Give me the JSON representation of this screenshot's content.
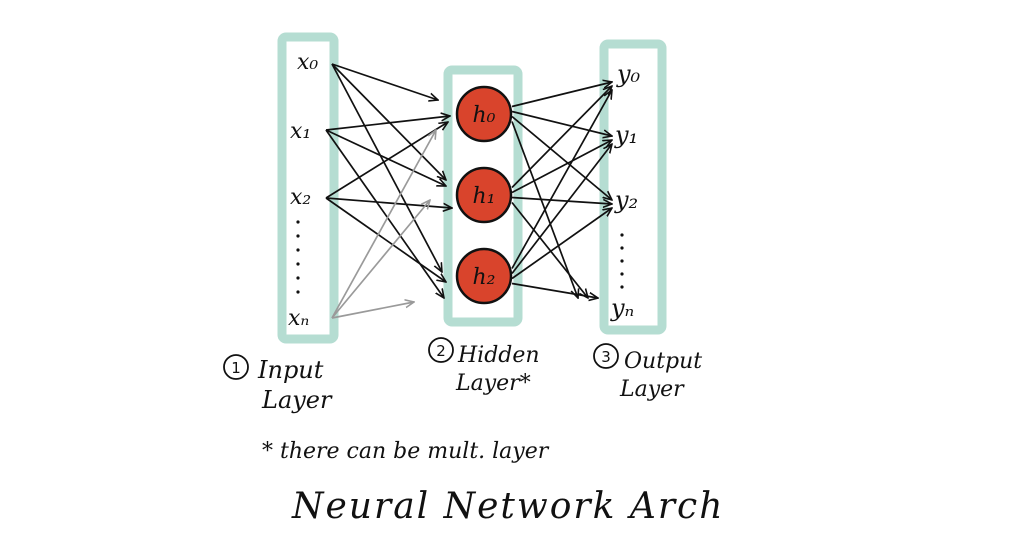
{
  "diagram": {
    "input_layer": {
      "number": "1",
      "label_line1": "Input",
      "label_line2": "Layer",
      "nodes": [
        "x₀",
        "x₁",
        "x₂",
        "xₙ"
      ]
    },
    "hidden_layer": {
      "number": "2",
      "label_line1": "Hidden",
      "label_line2": "Layer*",
      "nodes": [
        "h₀",
        "h₁",
        "h₂"
      ]
    },
    "output_layer": {
      "number": "3",
      "label_line1": "Output",
      "label_line2": "Layer",
      "nodes": [
        "y₀",
        "y₁",
        "y₂",
        "yₙ"
      ]
    },
    "footnote": "* there can be mult. layer",
    "title": "Neural Network Arch",
    "colors": {
      "layer_box": "#b5ddd2",
      "hidden_node": "#d9442c",
      "arrow": "#111111",
      "arrow_gray": "#9a9a9a"
    }
  }
}
